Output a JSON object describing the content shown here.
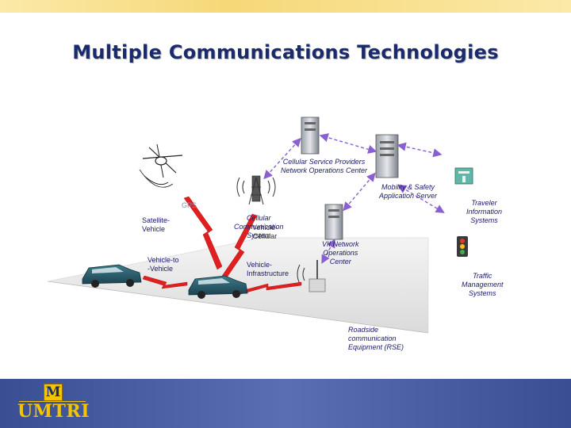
{
  "title": "Multiple Communications Technologies",
  "labels": {
    "cellular_noc": [
      "Cellular Service Providers",
      "Network Operations Center"
    ],
    "mobility_server": [
      "Mobility & Safety",
      "Application Server"
    ],
    "traveler_info": [
      "Traveler",
      "Information",
      "Systems"
    ],
    "gps": "GPS",
    "satellite_vehicle": [
      "Satellite-",
      "Vehicle"
    ],
    "cellular_comm": [
      "Cellular",
      "Communication",
      "System"
    ],
    "vehicle_cellular": [
      "Vehicle-",
      "Cellular"
    ],
    "vii_noc": [
      "VII Network",
      "Operations",
      "Center"
    ],
    "vehicle_to_vehicle": [
      "Vehicle-to",
      "-Vehicle"
    ],
    "vehicle_infrastructure": [
      "Vehicle-",
      "Infrastructure"
    ],
    "traffic_mgmt": [
      "Traffic",
      "Management",
      "Systems"
    ],
    "roadside": [
      "Roadside",
      "communication",
      "Equipment (RSE)"
    ]
  },
  "logo": {
    "mark": "M",
    "text": "UMTRI"
  },
  "colors": {
    "title": "#1a2a6c",
    "footer": "#4a5ea3",
    "signal": "#e02020",
    "arrow": "#8a5fd0",
    "logo_gold": "#f5c400"
  }
}
